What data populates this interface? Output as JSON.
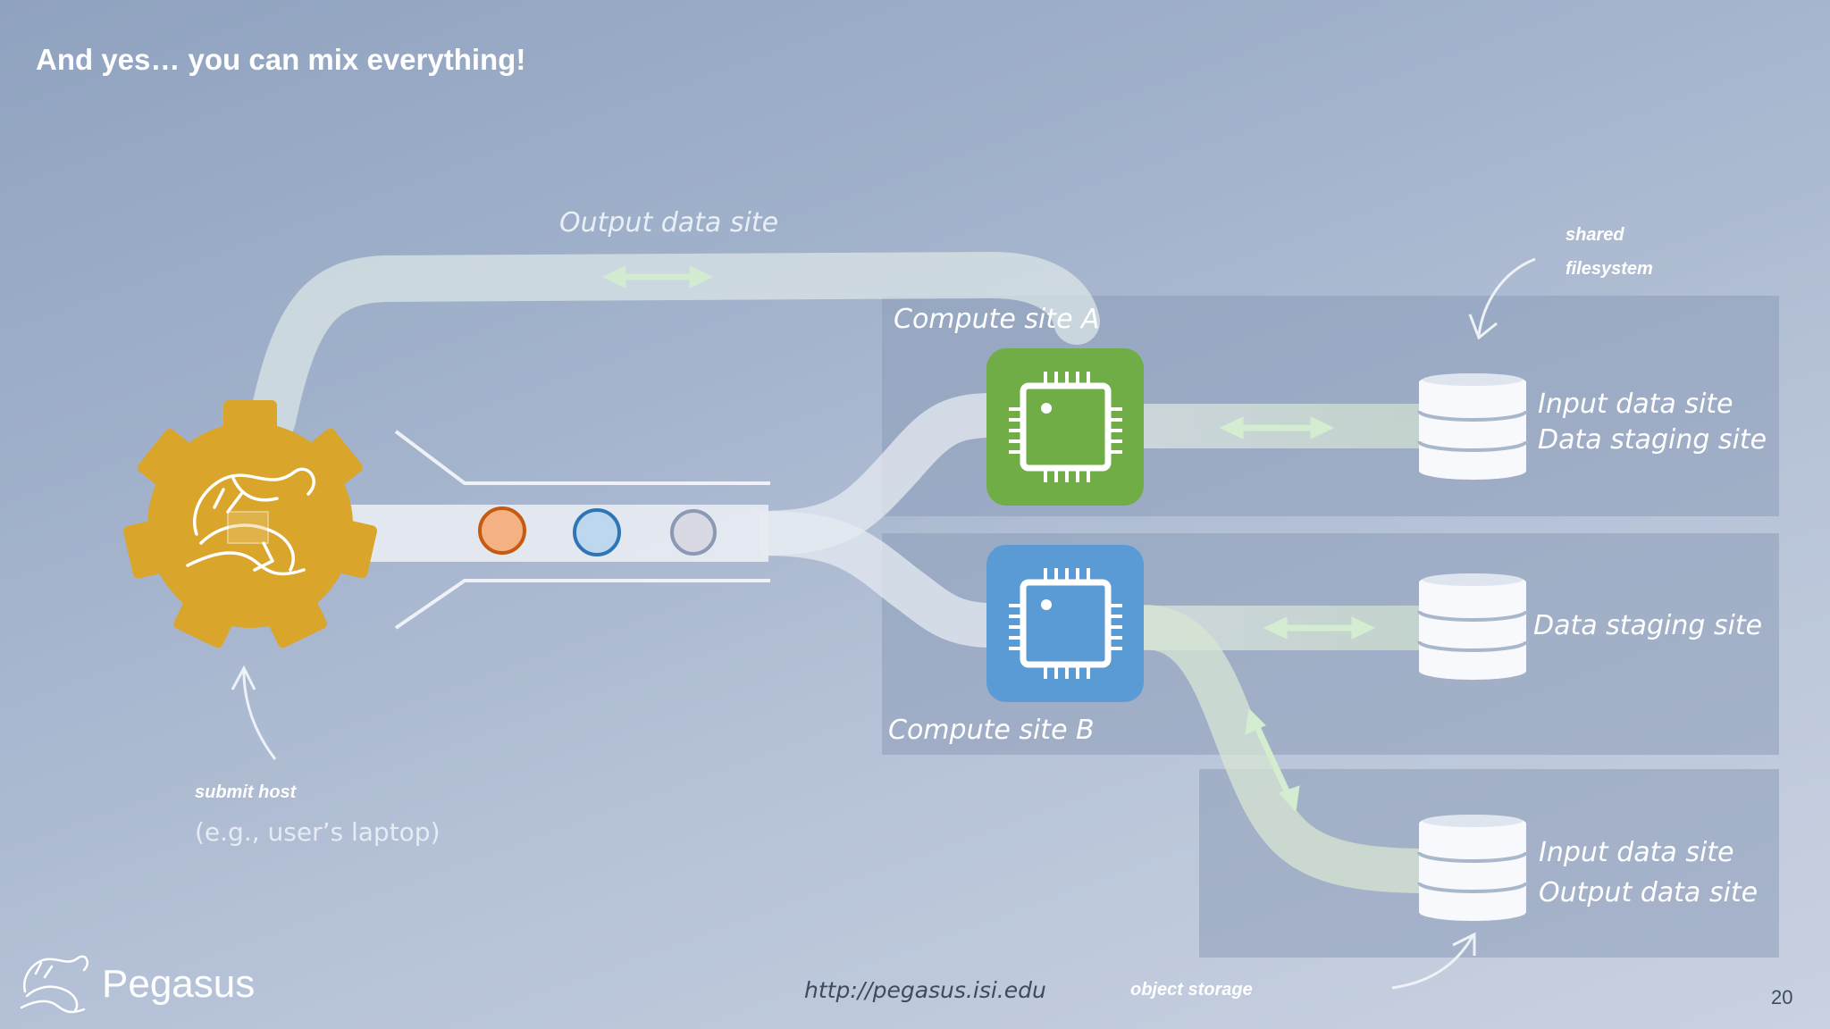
{
  "slide": {
    "title": "And yes… you can mix everything!",
    "page_number": "20",
    "url": "http://pegasus.isi.edu"
  },
  "brand": {
    "name": "Pegasus",
    "icon": "pegasus-horse-logo"
  },
  "labels": {
    "output_data_site": "Output data site",
    "compute_site_a": "Compute site A",
    "compute_site_b": "Compute site B",
    "input_site_line1": "Input data site",
    "input_site_line2": "Data staging site",
    "data_staging_site": "Data staging site",
    "object_site_line1": "Input data site",
    "object_site_line2": "Output data site"
  },
  "annotations": {
    "shared_line1": "shared",
    "shared_line2": "filesystem",
    "submit_host": "submit host",
    "submit_host_example": "(e.g., user’s laptop)",
    "object_storage": "object storage"
  },
  "colors": {
    "gear": "#d9a52a",
    "cpu_a": "#70ad47",
    "cpu_b": "#5b9bd5",
    "job_1": "#f4b183",
    "job_1_border": "#c55a11",
    "job_2": "#bdd7ee",
    "job_2_border": "#2e75b6",
    "job_3": "#d9d9e3",
    "job_3_border": "#8c99b3"
  }
}
